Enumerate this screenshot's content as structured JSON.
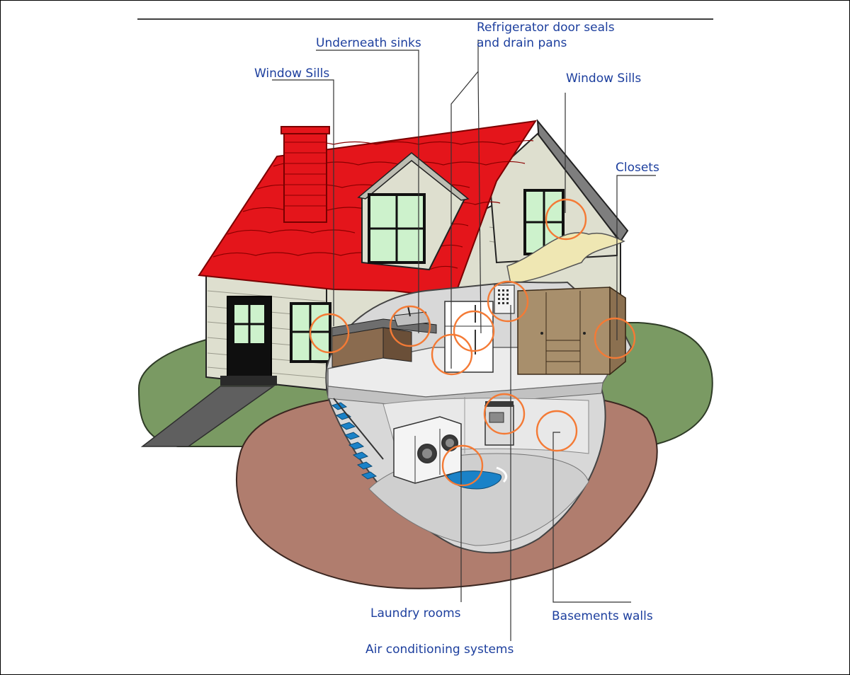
{
  "labels": {
    "window_sills_left": "Window Sills",
    "underneath_sinks": "Underneath sinks",
    "fridge_line1": "Refrigerator door seals",
    "fridge_line2": "and drain pans",
    "window_sills_right": "Window Sills",
    "closets": "Closets",
    "laundry_rooms": "Laundry rooms",
    "basement_walls": "Basements walls",
    "air_conditioning": "Air conditioning systems"
  },
  "colors": {
    "roof": "#e4151b",
    "siding": "#dedfcf",
    "window_glass": "#cdf2cc",
    "lawn": "#7a9a63",
    "soil": "#b07d6e",
    "floor": "#e2e2e2",
    "label_text": "#1d3f9e",
    "highlight_circle": "#f47a35",
    "cabinet": "#a88f6c",
    "stairs": "#1a82c8"
  },
  "highlight_count": 10
}
